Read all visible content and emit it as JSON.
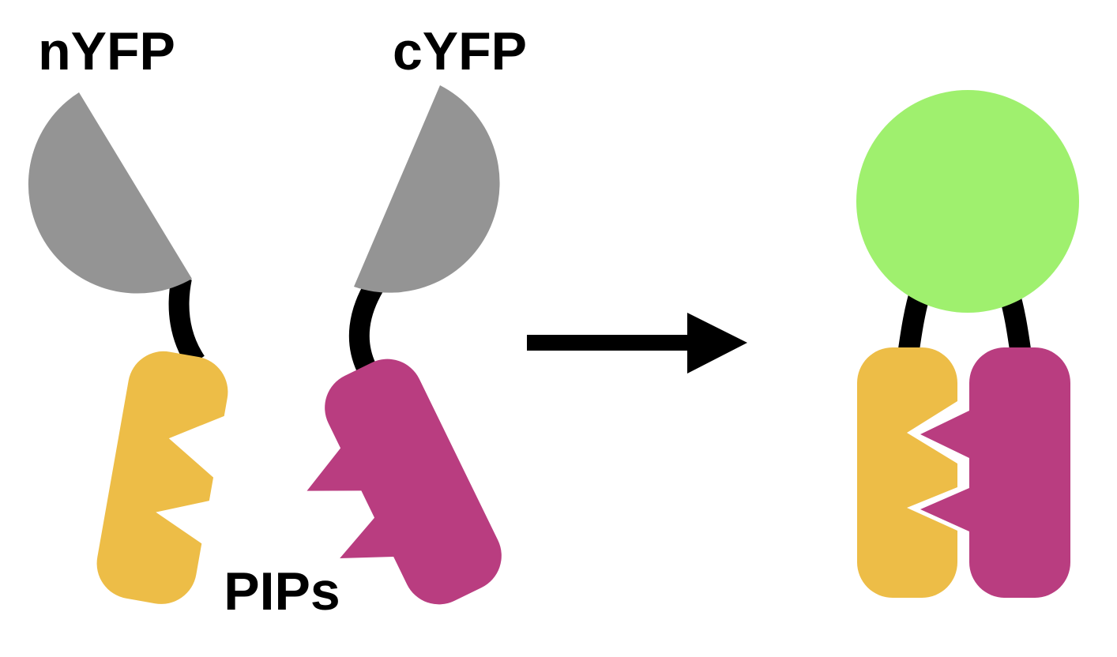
{
  "figure": {
    "description": "BiFC schematic: nYFP and cYFP fragments fused via linkers to interacting PIP proteins reconstitute fluorescent YFP"
  },
  "labels": {
    "nyfp": "nYFP",
    "cyfp": "cYFP",
    "pips": "PIPs"
  },
  "icons": {
    "reaction_arrow": "right-arrow"
  },
  "colors": {
    "fragment_gray": "#949494",
    "pip_yellow": "#EDBD47",
    "pip_magenta": "#B93D80",
    "yfp_green": "#9FF06E",
    "black": "#000000",
    "background": "#FFFFFF"
  }
}
